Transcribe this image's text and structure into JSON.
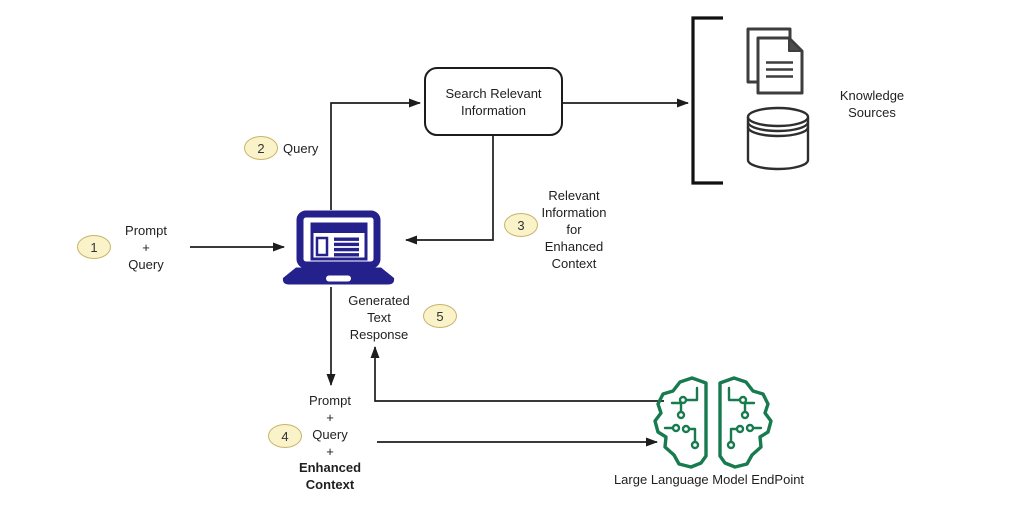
{
  "diagram": {
    "search_box_label": "Search Relevant\nInformation",
    "knowledge_sources_label": "Knowledge\nSources",
    "llm_label": "Large Language Model EndPoint"
  },
  "steps": [
    {
      "num": "1",
      "label": "Prompt\n+\nQuery"
    },
    {
      "num": "2",
      "label": "Query"
    },
    {
      "num": "3",
      "label": "Relevant\nInformation\nfor\nEnhanced\nContext"
    },
    {
      "num": "4",
      "label": "Prompt\n+\nQuery\n+",
      "label_bold": "Enhanced\nContext"
    },
    {
      "num": "5",
      "label": "Generated\nText\nResponse"
    }
  ],
  "icons": {
    "laptop": "laptop-icon",
    "documents": "documents-icon",
    "database": "database-icon",
    "brain": "llm-brain-icon"
  },
  "colors": {
    "laptop-navy": "#24218c",
    "brain-green": "#187a4f",
    "badge-fill": "#faf2c8",
    "badge-border": "#c9b469",
    "line-color": "#1d1d1d"
  }
}
